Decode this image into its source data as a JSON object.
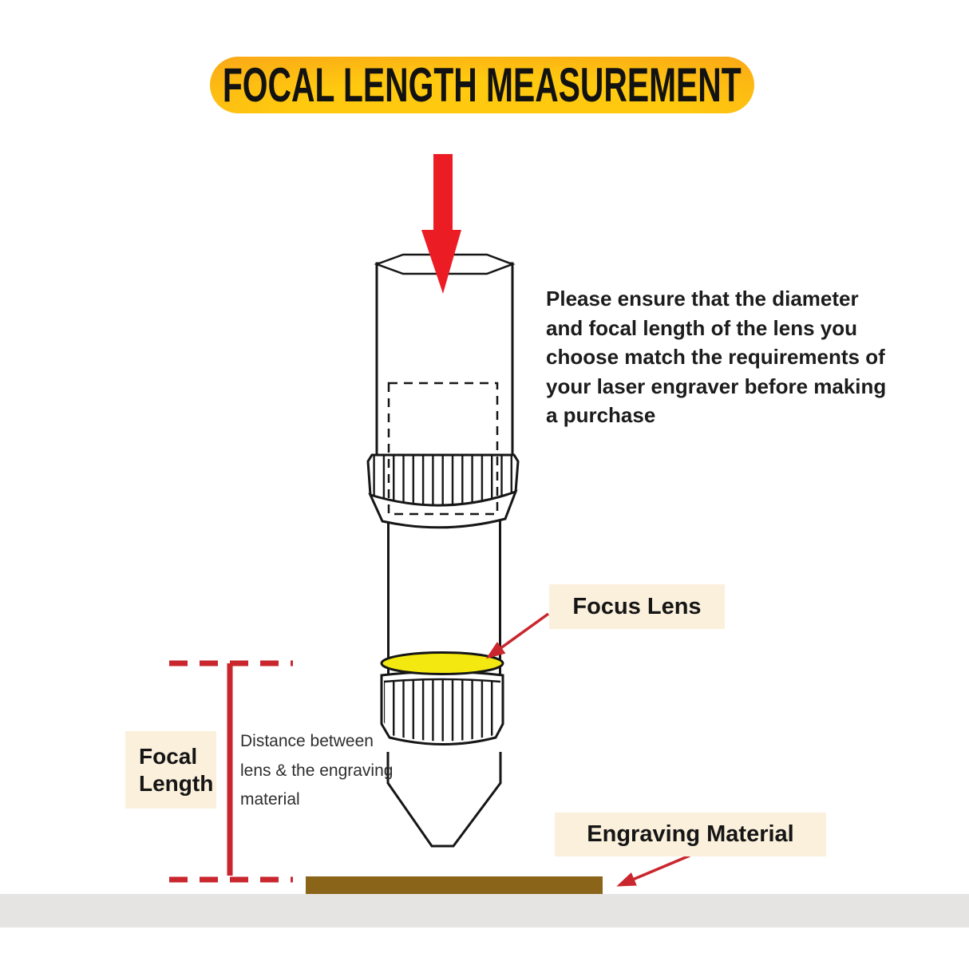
{
  "title": "FOCAL LENGTH MEASUREMENT",
  "note": {
    "lines": [
      "Please ensure that the diameter",
      "and focal length of the lens you",
      "choose match the requirements of",
      "your laser engraver before making",
      "a purchase"
    ]
  },
  "callouts": {
    "focus_lens": "Focus Lens",
    "engraving_material": "Engraving Material"
  },
  "measurement": {
    "label_lines": [
      "Focal",
      "Length"
    ],
    "description_lines": [
      "Distance between",
      "lens & the engraving",
      "material"
    ]
  },
  "icons": {
    "laser-beam-arrow-icon": "solid red arrow pointing down into laser head",
    "focus-lens-pointer-arrow-icon": "red arrow pointing to yellow lens",
    "engraving-material-pointer-arrow-icon": "red arrow pointing to material bar"
  },
  "colors": {
    "beam_red": "#EC1C24",
    "measure_red": "#C9262D",
    "lens_yellow": "#F3E911",
    "material_brown": "#8A6418",
    "base_gray": "#E5E4E2",
    "label_cream": "#FAF0DC",
    "banner_orange": "#F8981B",
    "banner_yellow": "#FFC90F",
    "line_black": "#161616",
    "text_black": "#1C1C1C"
  }
}
